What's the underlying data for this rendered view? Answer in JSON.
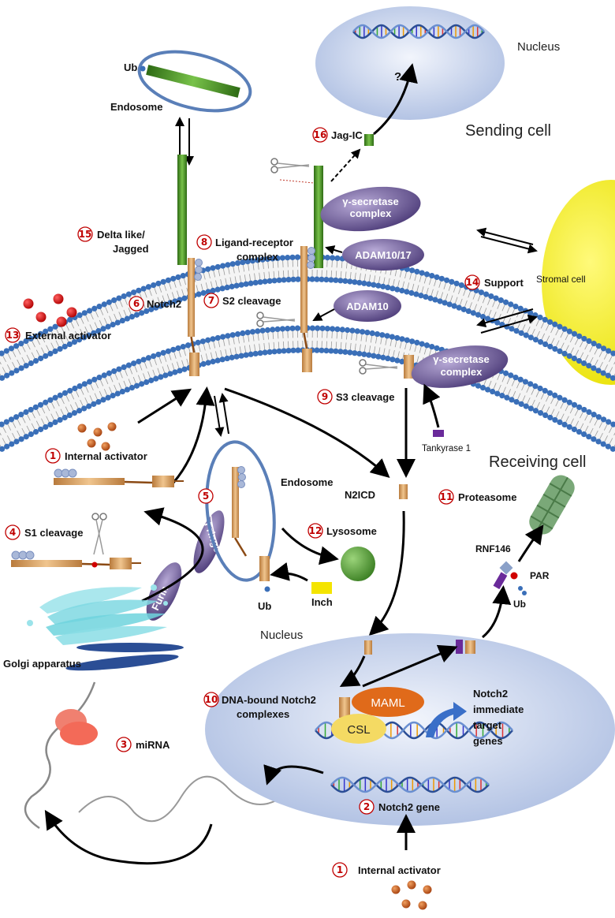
{
  "cells": {
    "sending": "Sending cell",
    "receiving": "Receiving cell",
    "stromal": "Stromal cell"
  },
  "nuclei": {
    "top": "Nucleus",
    "bottom": "Nucleus",
    "question_mark": "?"
  },
  "steps": [
    {
      "num": "①",
      "label": "Internal activator"
    },
    {
      "num": "②",
      "label": "Notch2  gene"
    },
    {
      "num": "③",
      "label": "miRNA"
    },
    {
      "num": "④",
      "label": "S1 cleavage"
    },
    {
      "num": "⑤",
      "label": ""
    },
    {
      "num": "⑥",
      "label": "Notch2"
    },
    {
      "num": "⑦",
      "label": "S2 cleavage"
    },
    {
      "num": "⑧",
      "label_line1": "Ligand-receptor",
      "label_line2": "complex"
    },
    {
      "num": "⑨",
      "label": "S3 cleavage"
    },
    {
      "num": "⑩",
      "label_line1": "DNA-bound Notch2",
      "label_line2": "complexes"
    },
    {
      "num": "⑪",
      "label": "Proteasome"
    },
    {
      "num": "⑫",
      "label": "Lysosome"
    },
    {
      "num": "⑬",
      "label": "External activator"
    },
    {
      "num": "⑭",
      "label": "Support"
    },
    {
      "num": "⑮",
      "label_line1": "Delta like/",
      "label_line2": "Jagged"
    },
    {
      "num": "⑯",
      "label": "Jag-IC"
    }
  ],
  "second_internal_activator": {
    "num": "①",
    "label": "Internal activator"
  },
  "labels": {
    "ub_top": "Ub",
    "endosome_top": "Endosome",
    "endosome_mid": "Endosome",
    "ub_mid": "Ub",
    "inch": "Inch",
    "gamma_top_line1": "γ-secretase",
    "gamma_top_line2": "complex",
    "gamma_bottom_line1": "γ-secretase",
    "gamma_bottom_line2": "complex",
    "adam1017": "ADAM10/17",
    "adam10": "ADAM10",
    "tankyrase": "Tankyrase 1",
    "n2icd": "N2ICD",
    "rnf146": "RNF146",
    "par": "PAR",
    "ub_right": "Ub",
    "fringe": "Fringe",
    "furin": "Furin",
    "golgi": "Golgi apparatus",
    "maml": "MAML",
    "csl": "CSL",
    "target_line1": "Notch2",
    "target_line2": "immediate",
    "target_line3": "target",
    "target_line4": "genes"
  },
  "colors": {
    "membrane_head": "#3a6fb8",
    "notch": "#d9a266",
    "ligand": "#4a8f2a",
    "secretase": "#6f5a96",
    "stromal": "#f2ee00",
    "nucleus": "#c6d3ec",
    "activator_red": "#cc1010",
    "activator_orange": "#b5501a",
    "lysosome": "#58a040",
    "inch": "#f4e400",
    "proteasome": "#7aa878",
    "golgi": "#6fd3dd",
    "er_blue": "#2b4e95"
  }
}
